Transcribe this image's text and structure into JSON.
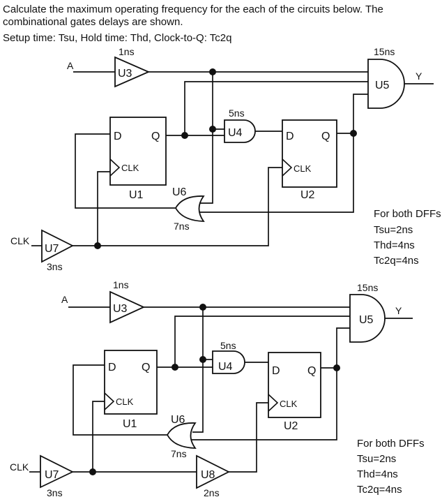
{
  "header": {
    "paragraph1": "Calculate the maximum operating frequency for the each of the circuits below. The combinational gates delays are shown.",
    "paragraph2": "Setup time: Tsu, Hold time: Thd, Clock-to-Q: Tc2q"
  },
  "circuit1": {
    "input_label": "A",
    "clock_label": "CLK",
    "output_label": "Y",
    "u1": {
      "ref": "U1",
      "d": "D",
      "q": "Q",
      "clk": "CLK"
    },
    "u2": {
      "ref": "U2",
      "d": "D",
      "q": "Q",
      "clk": "CLK"
    },
    "u3": {
      "ref": "U3",
      "delay": "1ns"
    },
    "u4": {
      "ref": "U4",
      "delay": "5ns"
    },
    "u5": {
      "ref": "U5",
      "delay": "15ns"
    },
    "u6": {
      "ref": "U6",
      "delay": "7ns"
    },
    "u7": {
      "ref": "U7",
      "delay": "3ns"
    },
    "notes": [
      "For both DFFs",
      "Tsu=2ns",
      "Thd=4ns",
      "Tc2q=4ns"
    ]
  },
  "circuit2": {
    "input_label": "A",
    "clock_label": "CLK",
    "output_label": "Y",
    "u1": {
      "ref": "U1",
      "d": "D",
      "q": "Q",
      "clk": "CLK"
    },
    "u2": {
      "ref": "U2",
      "d": "D",
      "q": "Q",
      "clk": "CLK"
    },
    "u3": {
      "ref": "U3",
      "delay": "1ns"
    },
    "u4": {
      "ref": "U4",
      "delay": "5ns"
    },
    "u5": {
      "ref": "U5",
      "delay": "15ns"
    },
    "u6": {
      "ref": "U6",
      "delay": "7ns"
    },
    "u7": {
      "ref": "U7",
      "delay": "3ns"
    },
    "u8": {
      "ref": "U8",
      "delay": "2ns"
    },
    "notes": [
      "For both DFFs",
      "Tsu=2ns",
      "Thd=4ns",
      "Tc2q=4ns"
    ]
  }
}
